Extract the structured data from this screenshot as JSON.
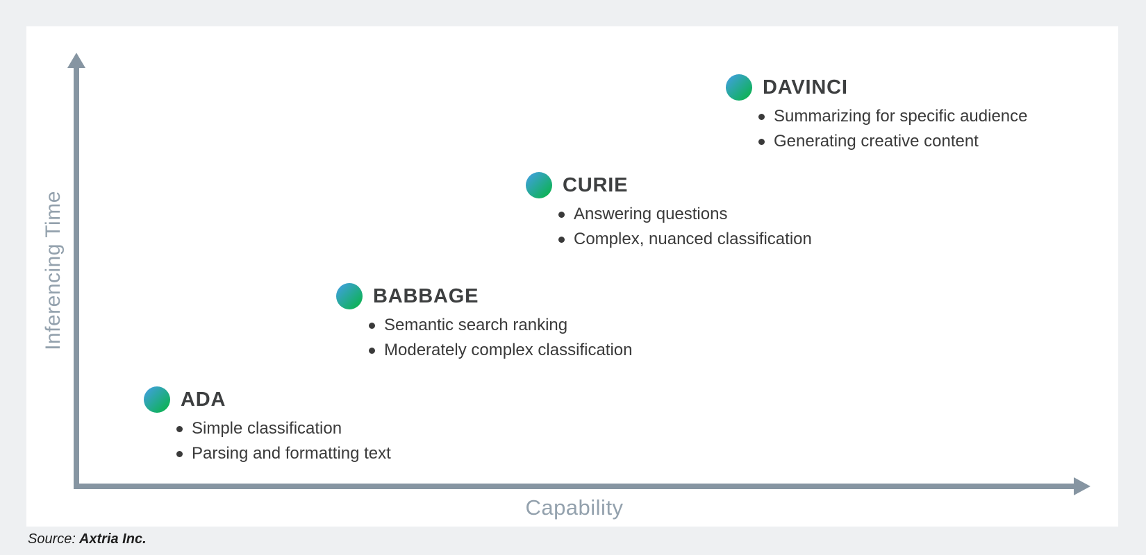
{
  "chart_data": {
    "type": "scatter",
    "title": "",
    "xlabel": "Capability",
    "ylabel": "Inferencing Time",
    "axes_quantified": false,
    "note": "Qualitative diagonal scatter: both capability and inferencing time increase from ADA to DAVINCI; no numeric ticks or gridlines shown",
    "grid": false,
    "points": [
      {
        "label": "ADA",
        "capability_rank": 1,
        "inferencing_time_rank": 1,
        "bullets": [
          "Simple classification",
          "Parsing and formatting text"
        ]
      },
      {
        "label": "BABBAGE",
        "capability_rank": 2,
        "inferencing_time_rank": 2,
        "bullets": [
          "Semantic search ranking",
          "Moderately complex classification"
        ]
      },
      {
        "label": "CURIE",
        "capability_rank": 3,
        "inferencing_time_rank": 3,
        "bullets": [
          "Answering questions",
          "Complex, nuanced classification"
        ]
      },
      {
        "label": "DAVINCI",
        "capability_rank": 4,
        "inferencing_time_rank": 4,
        "bullets": [
          "Summarizing for specific audience",
          "Generating creative content"
        ]
      }
    ]
  },
  "source": {
    "prefix": "Source:",
    "name": "Axtria Inc."
  },
  "icons": {
    "model_dot": "gradient-filled-circle",
    "axis_arrow": "solid-triangle-arrowhead",
    "bullet": "small-filled-circle"
  },
  "colors": {
    "page-bg": "#eef0f2",
    "panel-bg": "#ffffff",
    "axis": "#8695a2",
    "axis-label": "#93a1ad",
    "title-text": "#3d3f40",
    "bullet-text": "#3a3a3a",
    "source-text": "#1e1e1e",
    "dot-start": "#3fa0dc",
    "dot-end": "#0db254"
  }
}
